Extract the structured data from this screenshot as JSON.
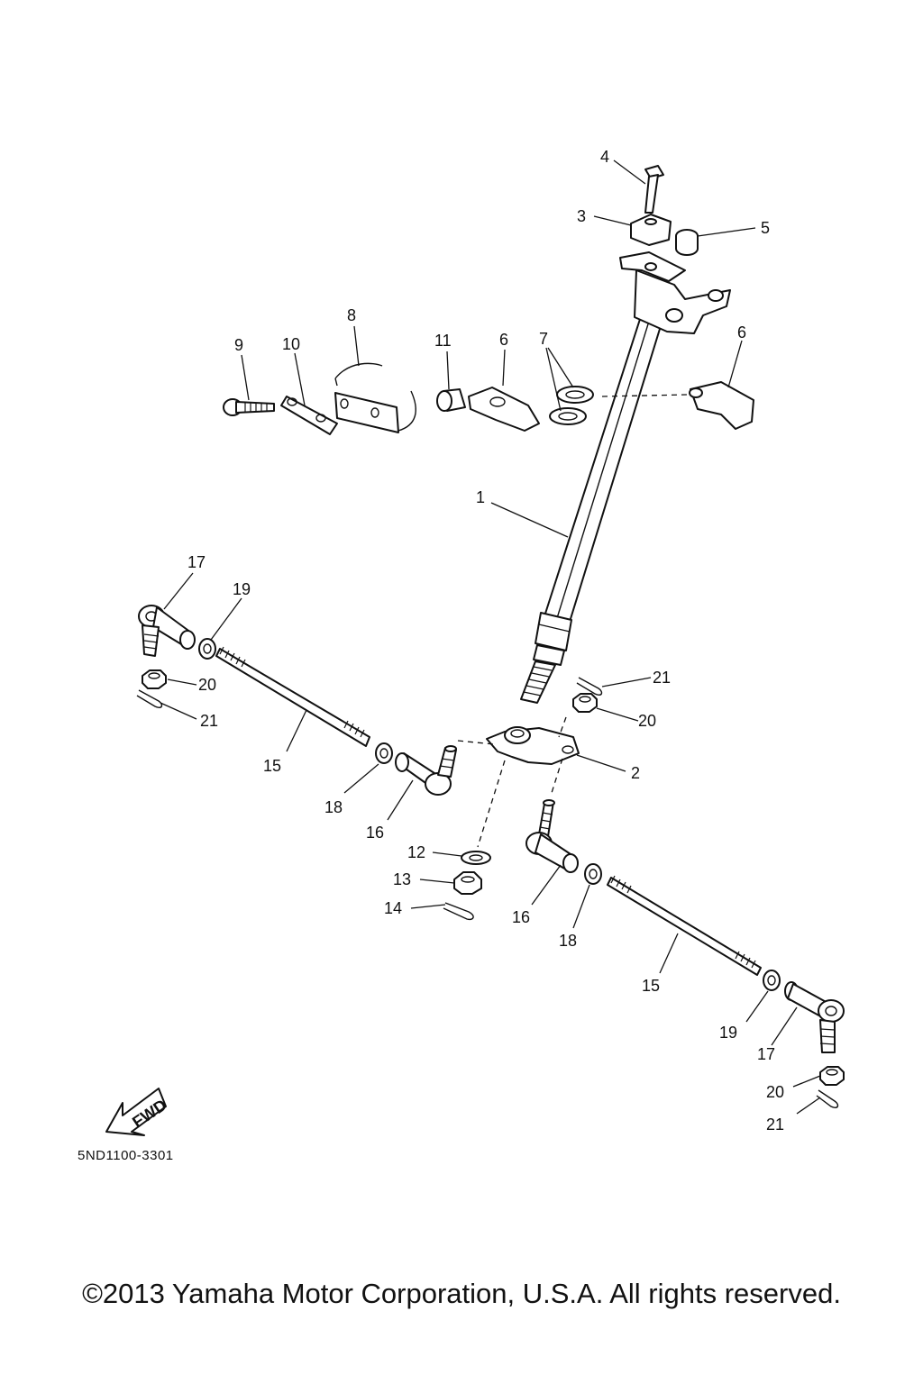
{
  "diagram": {
    "callouts": [
      "1",
      "2",
      "3",
      "4",
      "5",
      "6",
      "7",
      "8",
      "9",
      "10",
      "11",
      "12",
      "13",
      "14",
      "15",
      "16",
      "17",
      "18",
      "19",
      "20",
      "21"
    ],
    "fwd_label": "FWD",
    "diagram_code": "5ND1100-3301"
  },
  "footer": {
    "copyright": "©2013 Yamaha Motor Corporation, U.S.A. All rights reserved."
  }
}
